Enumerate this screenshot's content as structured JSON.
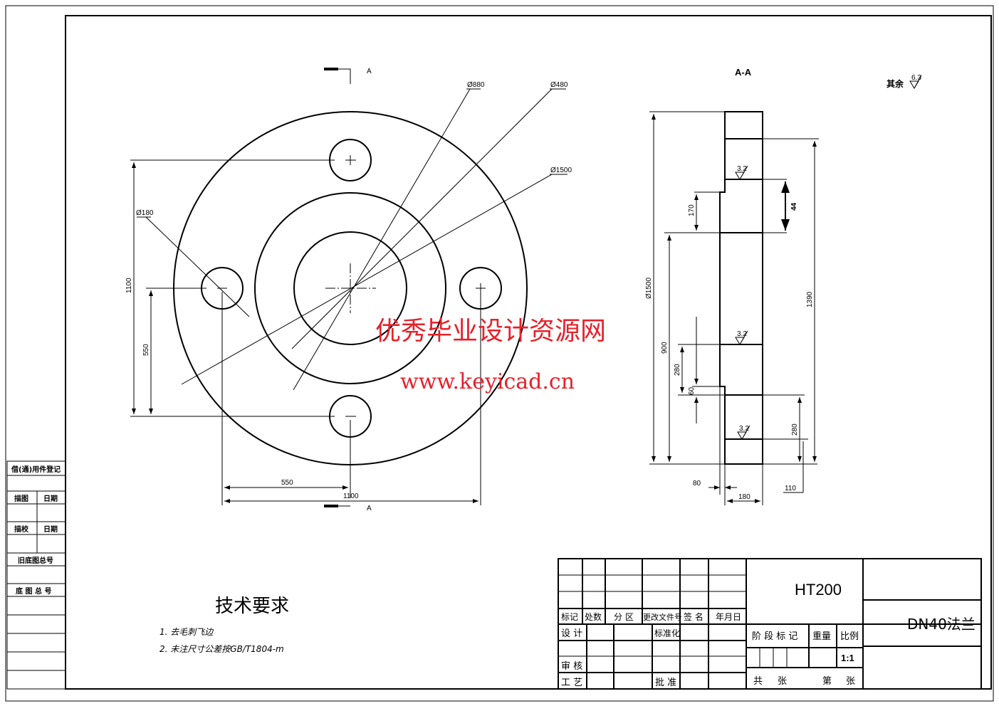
{
  "front_view": {
    "section_mark": "A",
    "dims": {
      "d_880": "Ø880",
      "d_480": "Ø480",
      "d_1500": "Ø1500",
      "d_180": "Ø180",
      "v_1100": "1100",
      "v_550": "550",
      "h_550": "550",
      "h_1100": "1100"
    }
  },
  "section_view": {
    "title": "A-A",
    "roughness_note": "其余",
    "roughness_rest": "6.3",
    "roughness": "3.2",
    "dims": {
      "d_1500": "Ø1500",
      "v_900": "900",
      "v_170": "170",
      "v_44": "44",
      "v_1390": "1390",
      "v_280": "280",
      "v_60": "60",
      "v_280b": "280",
      "h_80": "80",
      "h_180": "180",
      "h_110": "110"
    }
  },
  "watermark": {
    "line1": "优秀毕业设计资源网",
    "line2": "www.keyicad.cn"
  },
  "tech_requirements": {
    "title": "技术要求",
    "items": [
      "1. 去毛刺飞边",
      "2. 未注尺寸公差按GB/T1804-m"
    ]
  },
  "left_strip": [
    "借(通)用件登记",
    "描图",
    "日期",
    "描校",
    "日期",
    "旧底图总号",
    "底 图 总 号"
  ],
  "title_block": {
    "material": "HT200",
    "part_name": "DN40法兰",
    "headers": [
      "标记",
      "处数",
      "分 区",
      "更改文件号",
      "签 名",
      "年月日"
    ],
    "design": "设 计",
    "standardize": "标准化",
    "review": "审 核",
    "process": "工 艺",
    "approve": "批 准",
    "stage_mark": "阶 段 标 记",
    "weight": "重量",
    "scale_label": "比例",
    "scale": "1:1",
    "total": "共",
    "sheets": "张",
    "sheet_no": "第",
    "sheets2": "张"
  }
}
